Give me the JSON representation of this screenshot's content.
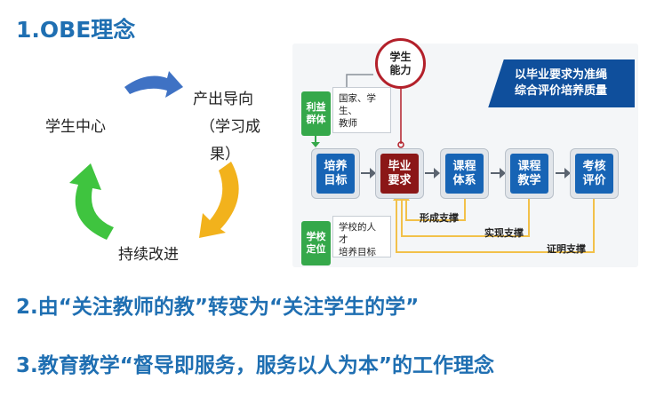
{
  "headings": {
    "h1": "1.OBE理念",
    "h2": "2.由“关注教师的教”转变为“关注学生的学”",
    "h3": "3.教育教学“督导即服务，服务以人为本”的工作理念"
  },
  "cycle": {
    "center": "学生中心",
    "outcome_line1": "产出导向",
    "outcome_line2": "（学习成",
    "outcome_line3": "果）",
    "improve": "持续改进"
  },
  "diagram": {
    "banner_line1": "以毕业要求为准绳",
    "banner_line2": "综合评价培养质量",
    "ability_line1": "学生",
    "ability_line2": "能力",
    "interest_tag_line1": "利益",
    "interest_tag_line2": "群体",
    "interest_note_line1": "国家、学生、",
    "interest_note_line2": "教师",
    "position_tag_line1": "学校",
    "position_tag_line2": "定位",
    "position_note_line1": "学校的人才",
    "position_note_line2": "培养目标",
    "boxes": [
      {
        "line1": "培养",
        "line2": "目标"
      },
      {
        "line1": "毕业",
        "line2": "要求"
      },
      {
        "line1": "课程",
        "line2": "体系"
      },
      {
        "line1": "课程",
        "line2": "教学"
      },
      {
        "line1": "考核",
        "line2": "评价"
      }
    ],
    "supports": [
      "形成支撑",
      "实现支撑",
      "证明支撑"
    ]
  },
  "colors": {
    "heading": "#1f6fb2",
    "arrow_blue": "#3f72c4",
    "arrow_gold": "#f2b21c",
    "arrow_green": "#3fc43f",
    "box_blue": "#1764b5",
    "box_red": "#8b1717",
    "banner": "#0f4f9c",
    "tag_green": "#35a84a",
    "support_line": "#f2c14a"
  }
}
